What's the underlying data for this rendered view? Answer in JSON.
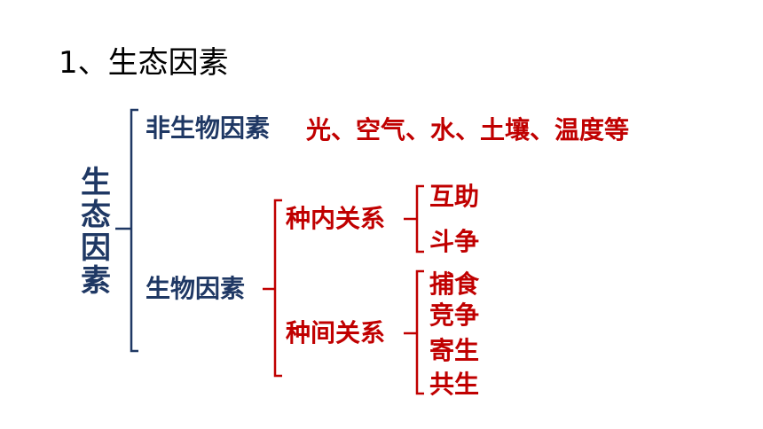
{
  "title": "1、生态因素",
  "root": "生态因素",
  "abiotic": {
    "label": "非生物因素",
    "examples": "光、空气、水、土壤、温度等"
  },
  "biotic": {
    "label": "生物因素",
    "intra": {
      "label": "种内关系",
      "items": [
        "互助",
        "斗争"
      ]
    },
    "inter": {
      "label": "种间关系",
      "items": [
        "捕食",
        "竞争",
        "寄生",
        "共生"
      ]
    }
  },
  "colors": {
    "navy": "#1f3864",
    "red": "#c00000",
    "black": "#000000"
  }
}
